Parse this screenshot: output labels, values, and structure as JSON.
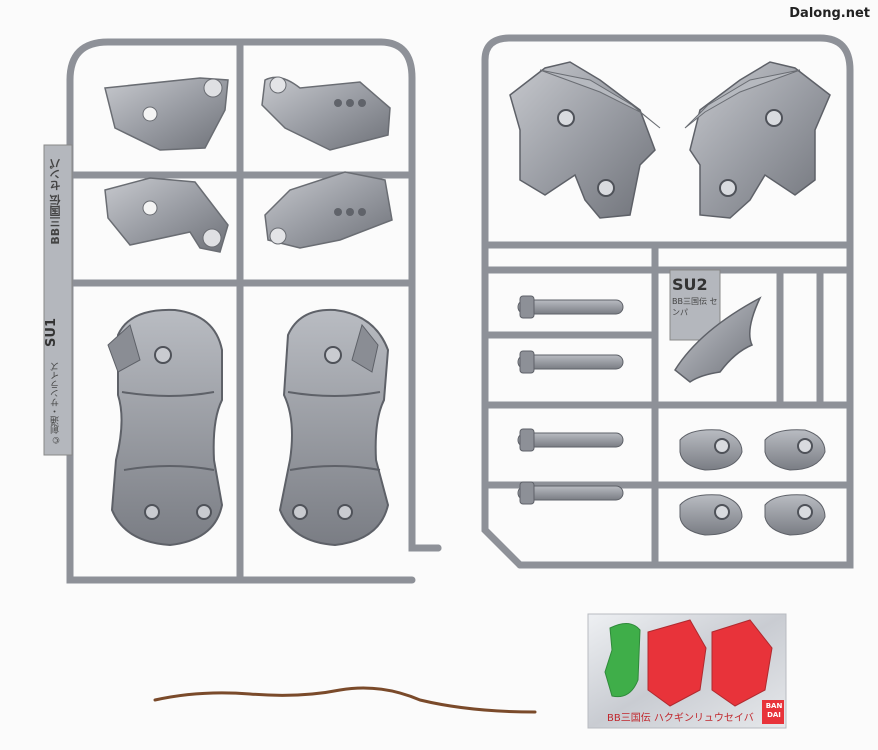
{
  "watermark": "Dalong.net",
  "runner_left": {
    "code": "SU1",
    "side_label": "BB三国伝 センパ",
    "copyright": "©創通・サンライズ"
  },
  "runner_right": {
    "code": "SU2",
    "side_label": "BB三国伝 センパ"
  },
  "sticker": {
    "caption": "BB三国伝 ハクギンリュウセイバ",
    "brand": "BANDAI",
    "colors": {
      "green": "#3fae49",
      "red": "#e8333a",
      "foil": "#d9dbe0"
    }
  },
  "colors": {
    "plastic": "#a9acb2",
    "plastic_dark": "#7d8087",
    "wire": "#7a4a2a",
    "background": "#fbfbfb"
  }
}
